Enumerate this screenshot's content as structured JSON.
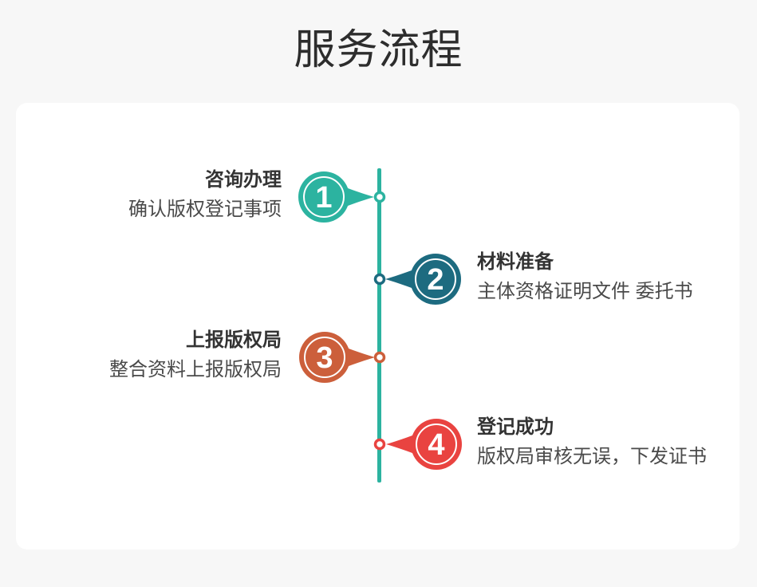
{
  "page": {
    "title": "服务流程",
    "background_color": "#f7f7f7",
    "card_color": "#ffffff"
  },
  "timeline": {
    "line_color": "#2cb3a0"
  },
  "steps": [
    {
      "number": "1",
      "title": "咨询办理",
      "subtitle": "确认版权登记事项",
      "color": "#2cb3a0",
      "side": "left"
    },
    {
      "number": "2",
      "title": "材料准备",
      "subtitle": "主体资格证明文件 委托书",
      "color": "#1d6b80",
      "side": "right"
    },
    {
      "number": "3",
      "title": "上报版权局",
      "subtitle": "整合资料上报版权局",
      "color": "#cc5f3b",
      "side": "left"
    },
    {
      "number": "4",
      "title": "登记成功",
      "subtitle": "版权局审核无误，下发证书",
      "color": "#e94340",
      "side": "right"
    }
  ]
}
